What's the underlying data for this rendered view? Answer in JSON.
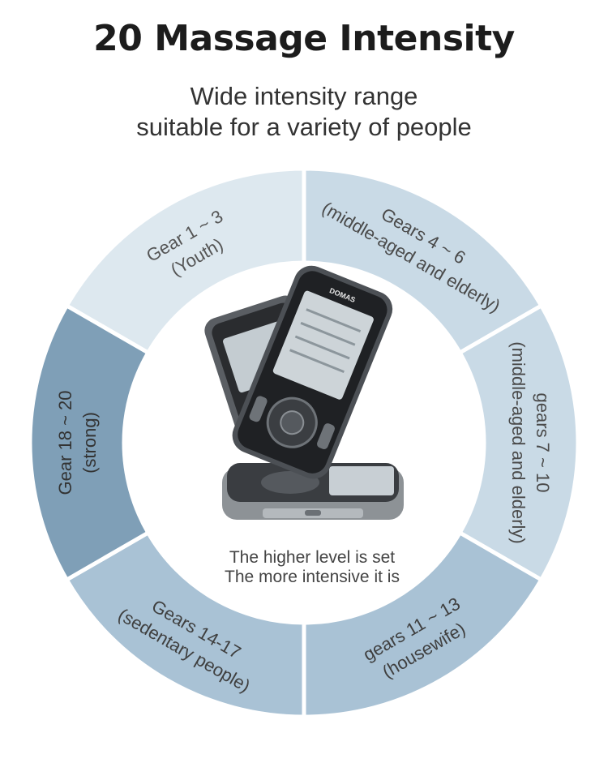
{
  "header": {
    "title": "20 Massage Intensity",
    "subtitle_lines": [
      "Wide intensity range",
      "suitable for a variety of people"
    ]
  },
  "segments": [
    {
      "lines": [
        "Gear 1 ~ 3",
        "(Youth)"
      ],
      "color": "#dde8ef",
      "text_color": "#555555"
    },
    {
      "lines": [
        "Gears 4 ~ 6",
        "(middle-aged and elderly)"
      ],
      "color": "#c9dae6",
      "text_color": "#4a4a4a"
    },
    {
      "lines": [
        "gears 7 ~ 10",
        "(middle-aged and elderly)"
      ],
      "color": "#c9dae6",
      "text_color": "#4a4a4a"
    },
    {
      "lines": [
        "gears 11 ~ 13",
        "(housewife)"
      ],
      "color": "#a9c2d5",
      "text_color": "#3f3f3f"
    },
    {
      "lines": [
        "Gears 14-17",
        "(sedentary people)"
      ],
      "color": "#a9c2d5",
      "text_color": "#3f3f3f"
    },
    {
      "lines": [
        "Gear 18 ~ 20",
        "(strong)"
      ],
      "color": "#7f9fb7",
      "text_color": "#333333"
    }
  ],
  "device": {
    "brand_label": "DOMAS"
  },
  "caption": {
    "line1": "The higher level is set",
    "line2": "The more intensive it is"
  }
}
